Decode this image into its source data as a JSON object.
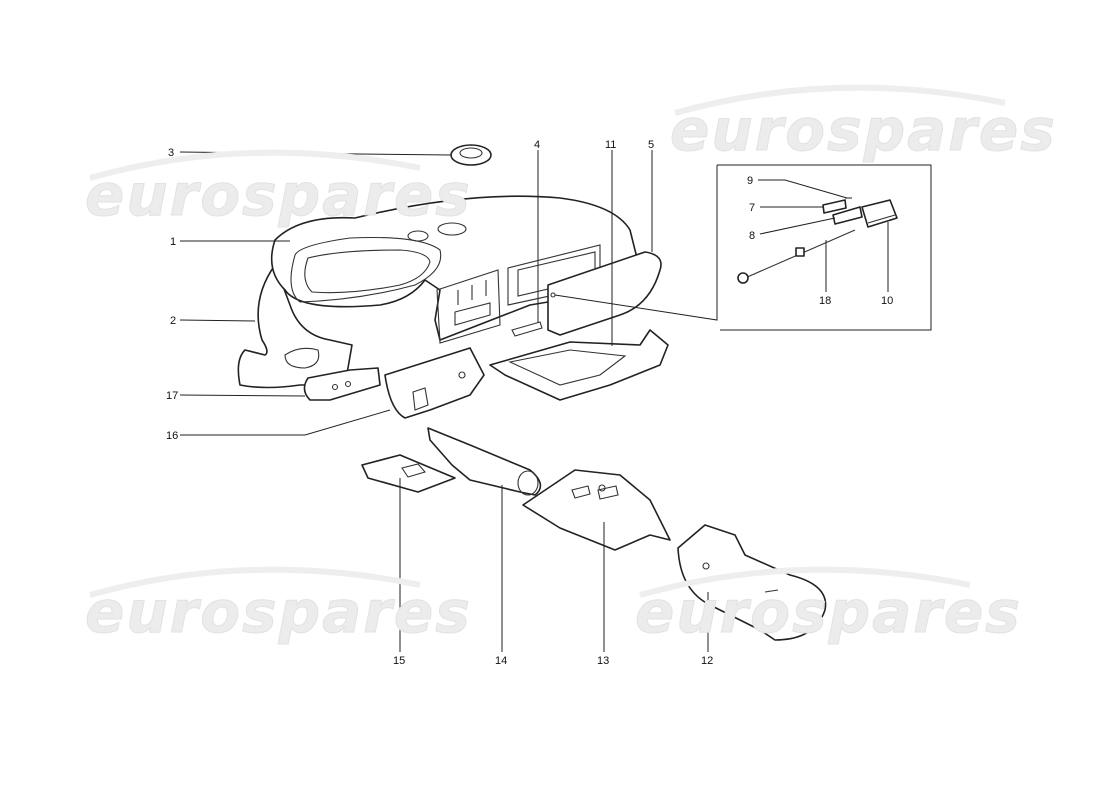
{
  "watermark": {
    "text": "eurospares",
    "color": "#ececec"
  },
  "callouts": {
    "c1": "1",
    "c2": "2",
    "c3": "3",
    "c4": "4",
    "c5": "5",
    "c7": "7",
    "c8": "8",
    "c9": "9",
    "c10": "10",
    "c11": "11",
    "c12": "12",
    "c13": "13",
    "c14": "14",
    "c15": "15",
    "c16": "16",
    "c17": "17",
    "c18": "18"
  }
}
